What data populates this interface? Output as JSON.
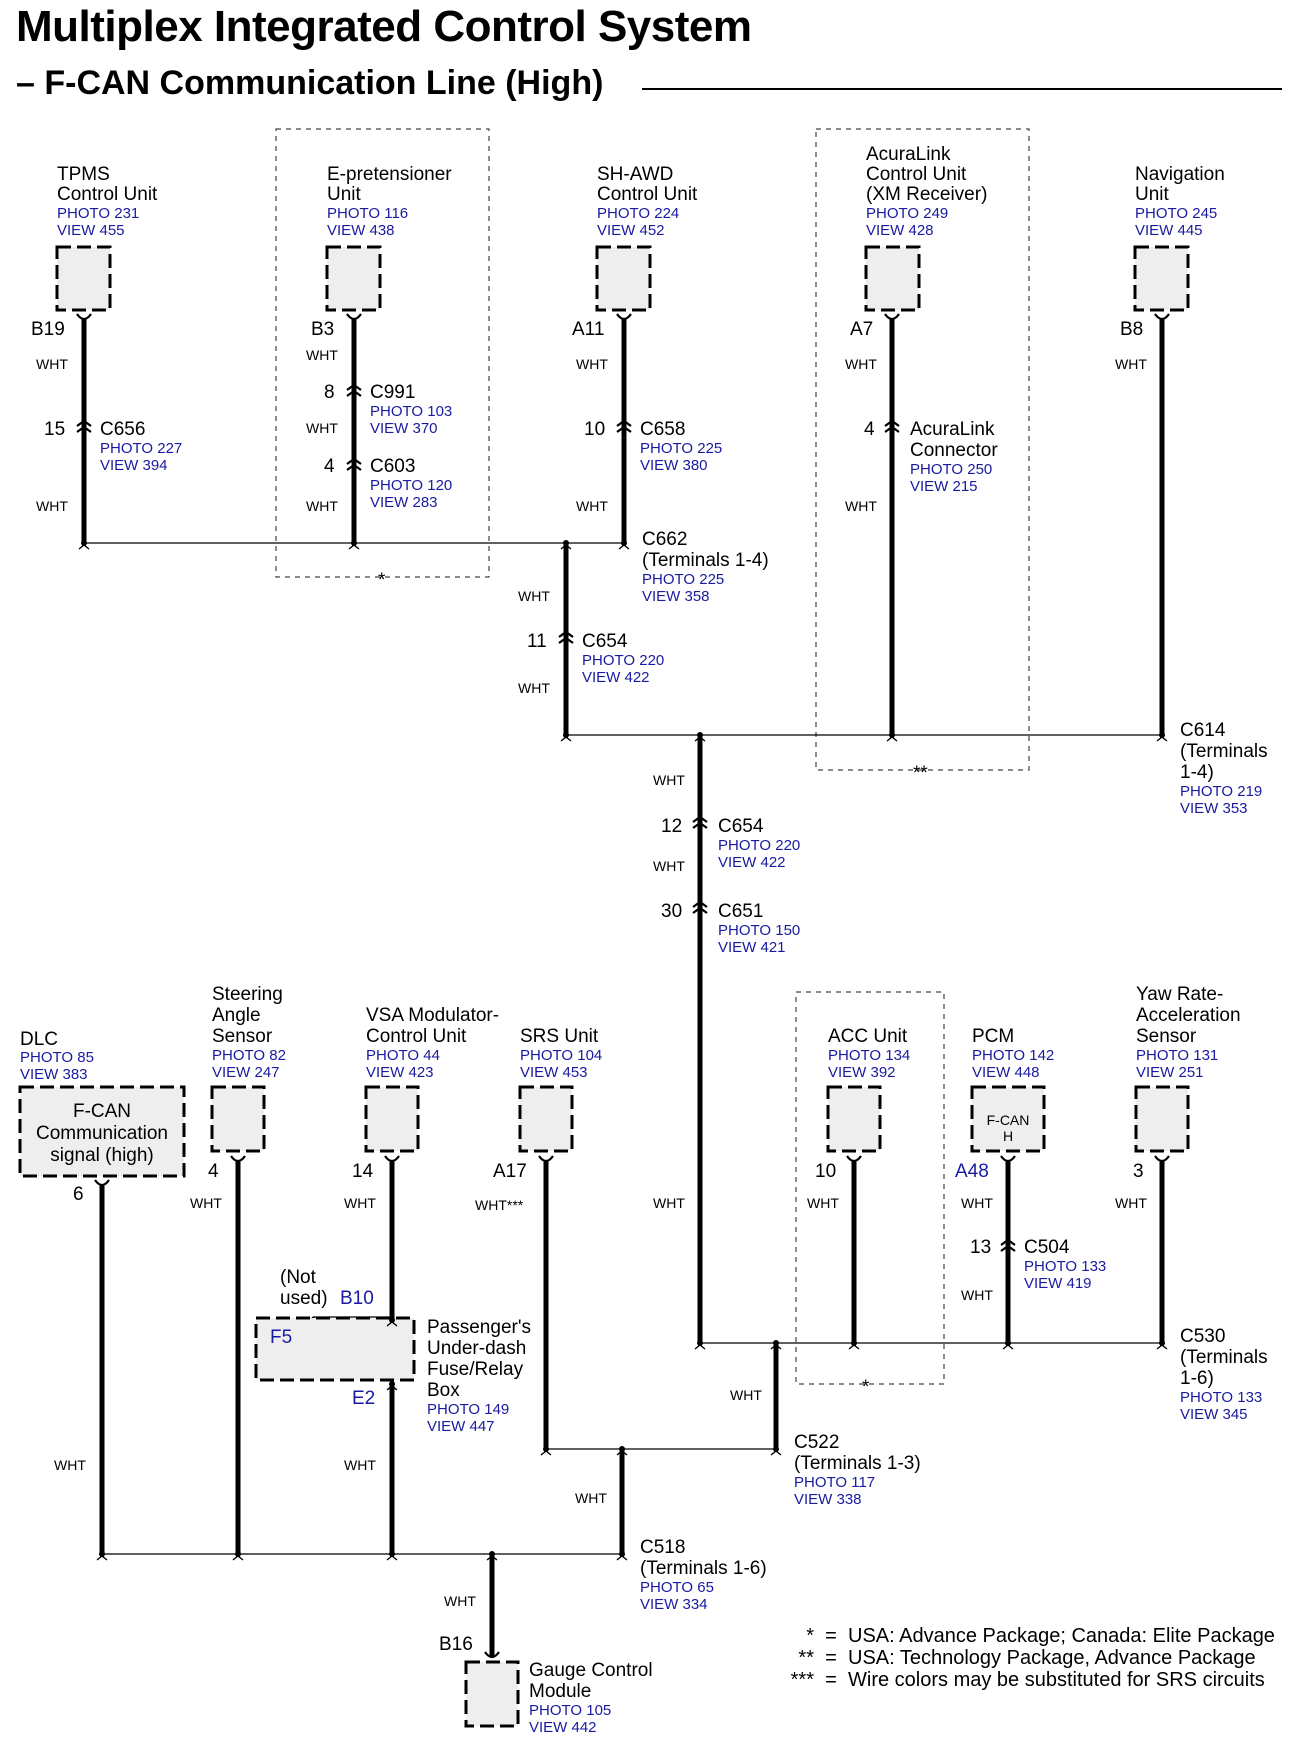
{
  "title": "Multiplex Integrated Control System",
  "subtitle": "– F-CAN Communication Line (High)",
  "components": {
    "tpms": {
      "name": [
        "TPMS",
        "Control Unit"
      ],
      "photo": "PHOTO 231",
      "view": "VIEW 455",
      "pin": "B19"
    },
    "epret": {
      "name": [
        "E-pretensioner",
        "Unit"
      ],
      "photo": "PHOTO 116",
      "view": "VIEW 438",
      "pin": "B3"
    },
    "shawd": {
      "name": [
        "SH-AWD",
        "Control Unit"
      ],
      "photo": "PHOTO 224",
      "view": "VIEW 452",
      "pin": "A11"
    },
    "acuralink": {
      "name": [
        "AcuraLink",
        "Control Unit",
        "(XM Receiver)"
      ],
      "photo": "PHOTO 249",
      "view": "VIEW 428",
      "pin": "A7"
    },
    "nav": {
      "name": [
        "Navigation",
        "Unit"
      ],
      "photo": "PHOTO 245",
      "view": "VIEW 445",
      "pin": "B8"
    },
    "dlc": {
      "name": [
        "DLC"
      ],
      "photo": "PHOTO 85",
      "view": "VIEW 383",
      "pin": "6",
      "inner": [
        "F-CAN",
        "Communication",
        "signal (high)"
      ]
    },
    "steering": {
      "name": [
        "Steering",
        "Angle",
        "Sensor"
      ],
      "photo": "PHOTO 82",
      "view": "VIEW 247",
      "pin": "4"
    },
    "vsa": {
      "name": [
        "VSA Modulator-",
        "Control Unit"
      ],
      "photo": "PHOTO 44",
      "view": "VIEW 423",
      "pin": "14"
    },
    "srs": {
      "name": [
        "SRS Unit"
      ],
      "photo": "PHOTO 104",
      "view": "VIEW 453",
      "pin": "A17"
    },
    "acc": {
      "name": [
        "ACC Unit"
      ],
      "photo": "PHOTO 134",
      "view": "VIEW 392",
      "pin": "10"
    },
    "pcm": {
      "name": [
        "PCM"
      ],
      "photo": "PHOTO 142",
      "view": "VIEW 448",
      "pin": "A48",
      "inner": [
        "F-CAN",
        "H"
      ]
    },
    "yaw": {
      "name": [
        "Yaw Rate-",
        "Acceleration",
        "Sensor"
      ],
      "photo": "PHOTO 131",
      "view": "VIEW 251",
      "pin": "3"
    },
    "gauge": {
      "name": [
        "Gauge Control",
        "Module"
      ],
      "photo": "PHOTO 105",
      "view": "VIEW 442",
      "pin": "B16"
    },
    "fusebox": {
      "name": [
        "Passenger's",
        "Under-dash",
        "Fuse/Relay",
        "Box"
      ],
      "photo": "PHOTO 149",
      "view": "VIEW 447",
      "fuse": "F5",
      "pin_in": "B10",
      "pin_out": "E2",
      "not_used": [
        "(Not",
        "used)"
      ]
    }
  },
  "connectors": {
    "c656": {
      "name": "C656",
      "pin": "15",
      "photo": "PHOTO 227",
      "view": "VIEW 394"
    },
    "c991": {
      "name": "C991",
      "pin": "8",
      "photo": "PHOTO 103",
      "view": "VIEW 370"
    },
    "c603": {
      "name": "C603",
      "pin": "4",
      "photo": "PHOTO 120",
      "view": "VIEW 283"
    },
    "c658": {
      "name": "C658",
      "pin": "10",
      "photo": "PHOTO 225",
      "view": "VIEW 380"
    },
    "acuralink_conn": {
      "name": [
        "AcuraLink",
        "Connector"
      ],
      "pin": "4",
      "photo": "PHOTO 250",
      "view": "VIEW 215"
    },
    "c662": {
      "name": [
        "C662",
        "(Terminals 1-4)"
      ],
      "photo": "PHOTO 225",
      "view": "VIEW 358"
    },
    "c654a": {
      "name": "C654",
      "pin": "11",
      "photo": "PHOTO 220",
      "view": "VIEW 422"
    },
    "c614": {
      "name": [
        "C614",
        "(Terminals",
        "1-4)"
      ],
      "photo": "PHOTO 219",
      "view": "VIEW 353"
    },
    "c654b": {
      "name": "C654",
      "pin": "12",
      "photo": "PHOTO 220",
      "view": "VIEW 422"
    },
    "c651": {
      "name": "C651",
      "pin": "30",
      "photo": "PHOTO 150",
      "view": "VIEW 421"
    },
    "c504": {
      "name": "C504",
      "pin": "13",
      "photo": "PHOTO 133",
      "view": "VIEW 419"
    },
    "c530": {
      "name": [
        "C530",
        "(Terminals",
        "1-6)"
      ],
      "photo": "PHOTO 133",
      "view": "VIEW 345"
    },
    "c522": {
      "name": [
        "C522",
        "(Terminals 1-3)"
      ],
      "photo": "PHOTO 117",
      "view": "VIEW 338"
    },
    "c518": {
      "name": [
        "C518",
        "(Terminals 1-6)"
      ],
      "photo": "PHOTO 65",
      "view": "VIEW 334"
    }
  },
  "wire_color": "WHT",
  "wire_color_srs": "WHT***",
  "markers": {
    "single": "*",
    "double": "**"
  },
  "legend": [
    {
      "sym": "*",
      "eq": "=",
      "text": "USA: Advance Package; Canada: Elite Package"
    },
    {
      "sym": "**",
      "eq": "=",
      "text": "USA: Technology Package, Advance Package"
    },
    {
      "sym": "***",
      "eq": "=",
      "text": "Wire colors may be substituted for SRS circuits"
    }
  ],
  "colors": {
    "link_blue": "#1a1aa0",
    "box_fill": "#eeeeee"
  }
}
